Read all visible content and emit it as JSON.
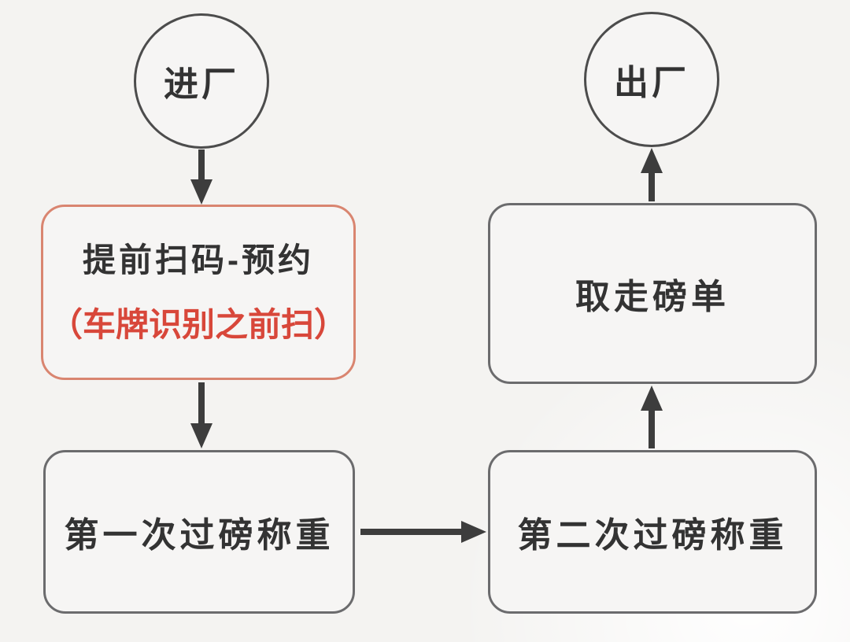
{
  "colors": {
    "bg": "#f4f3f1",
    "node_bg": "#f6f5f4",
    "line": "#3d3d3d",
    "gray_border": "#6b6b6d",
    "circle_border": "#4c4c4c",
    "red_border": "#d98570",
    "text_dark": "#333333",
    "text_red": "#d8473a"
  },
  "nodes": {
    "enter": {
      "label": "进厂",
      "shape": "circle"
    },
    "scan": {
      "line1": "提前扫码-预约",
      "line2": "（车牌识别之前扫）",
      "shape": "rounded-rect",
      "emphasis": "red-border"
    },
    "weigh1": {
      "label": "第一次过磅称重",
      "shape": "rounded-rect"
    },
    "weigh2": {
      "label": "第二次过磅称重",
      "shape": "rounded-rect"
    },
    "slip": {
      "label": "取走磅单",
      "shape": "rounded-rect"
    },
    "exit": {
      "label": "出厂",
      "shape": "circle"
    }
  },
  "edges": [
    {
      "from": "enter",
      "to": "scan",
      "direction": "down"
    },
    {
      "from": "scan",
      "to": "weigh1",
      "direction": "down"
    },
    {
      "from": "weigh1",
      "to": "weigh2",
      "direction": "right"
    },
    {
      "from": "weigh2",
      "to": "slip",
      "direction": "up"
    },
    {
      "from": "slip",
      "to": "exit",
      "direction": "up"
    }
  ]
}
